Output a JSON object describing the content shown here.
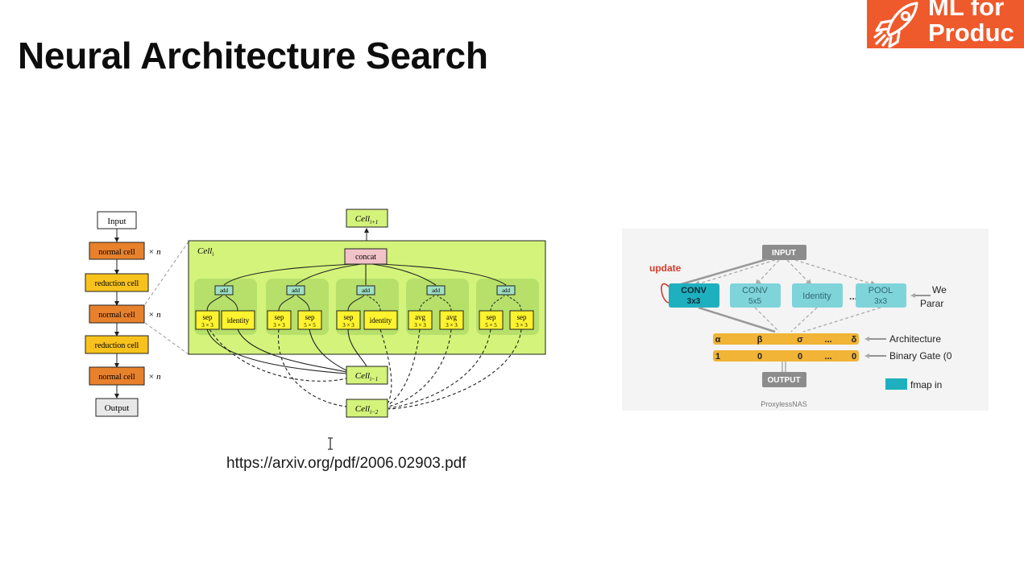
{
  "slide": {
    "title": "Neural Architecture Search",
    "url": "https://arxiv.org/pdf/2006.02903.pdf"
  },
  "logo": {
    "line1": "ML for",
    "line2": "Produc",
    "icon": "rocket-icon",
    "color": "#ef5a2c"
  },
  "darts_figure": {
    "stack": {
      "input": "Input",
      "normal_cell": "normal cell",
      "reduction_cell": "reduction cell",
      "output": "Output",
      "repeat": "× n"
    },
    "cell": {
      "label": "Cell",
      "label_sub": "i",
      "next": "Cell",
      "next_sub": "i+1",
      "prev1": "Cell",
      "prev1_sub": "i−1",
      "prev2": "Cell",
      "prev2_sub": "i−2",
      "concat": "concat",
      "add": "add",
      "ops": [
        [
          "sep",
          "3 × 3"
        ],
        [
          "identity",
          ""
        ],
        [
          "sep",
          "3 × 3"
        ],
        [
          "sep",
          "5 × 5"
        ],
        [
          "sep",
          "3 × 3"
        ],
        [
          "identity",
          ""
        ],
        [
          "avg",
          "3 × 3"
        ],
        [
          "avg",
          "3 × 3"
        ],
        [
          "sep",
          "5 × 5"
        ],
        [
          "sep",
          "3 × 3"
        ]
      ]
    },
    "colors": {
      "normal": "#e8812c",
      "reduction": "#f7c21c",
      "cell_bg": "#d3f37b",
      "op": "#fff22e",
      "add": "#9fe0c4",
      "concat": "#f2c2c9"
    }
  },
  "proxyless_figure": {
    "input": "INPUT",
    "update": "update",
    "ops": [
      [
        "CONV",
        "3x3"
      ],
      [
        "CONV",
        "5x5"
      ],
      [
        "Identity",
        ""
      ],
      [
        "POOL",
        "3x3"
      ]
    ],
    "ellipsis": "...",
    "weights_label_1": "We",
    "weights_label_2": "Parar",
    "arch_row": [
      "α",
      "β",
      "σ",
      "...",
      "δ"
    ],
    "arch_label": "Architecture",
    "gate_row": [
      "1",
      "0",
      "0",
      "...",
      "0"
    ],
    "gate_label": "Binary Gate (0",
    "output": "OUTPUT",
    "legend": "fmap in",
    "caption": "ProxylessNAS",
    "colors": {
      "active_op": "#1fb0bf",
      "op": "#7fd4da",
      "bar": "#f1b437",
      "grey_box": "#8c8c8c",
      "update": "#d23a2a"
    }
  }
}
